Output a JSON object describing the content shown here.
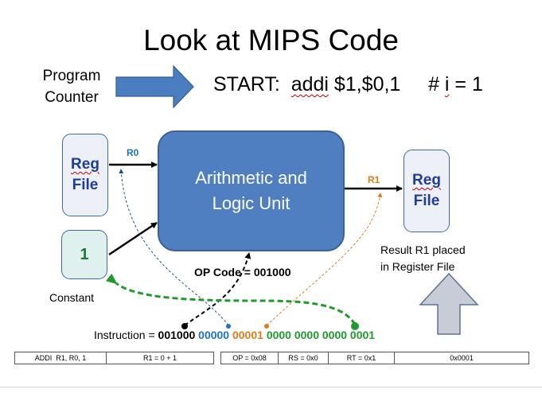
{
  "title": "Look at MIPS Code",
  "program_counter": {
    "line1": "Program",
    "line2": "Counter"
  },
  "code": {
    "prefix": "START:  ",
    "mnemonic": "addi",
    "operands": " $1,$0,1     # ",
    "comment_var": "i",
    "comment_rest": " = 1"
  },
  "reg_file_left": {
    "line1": "Reg",
    "line2": "File"
  },
  "reg_file_right": {
    "line1": "Reg",
    "line2": "File"
  },
  "alu": {
    "line1": "Arithmetic and",
    "line2": "Logic Unit"
  },
  "constant": {
    "value": "1",
    "label": "Constant"
  },
  "labels": {
    "r0": "R0",
    "r1": "R1",
    "opcode": "OP Code = 001000"
  },
  "result_note": {
    "line1": "Result R1 placed",
    "line2": "in Register File"
  },
  "instruction": {
    "prefix": "Instruction = ",
    "op": "001000",
    "rs": "00000",
    "rt": "00001",
    "imm": "0000 0000 0000 0001"
  },
  "bar_left": [
    "ADDI  R1, R0, 1",
    "R1 = 0 + 1"
  ],
  "bar_right": [
    "OP = 0x08",
    "RS = 0x0",
    "RT = 0x1",
    "0x0001"
  ],
  "colors": {
    "alu_fill": "#4f7fc0",
    "pc_arrow": "#4a7ec0",
    "rs_blue": "#1b73c3",
    "rt_orange": "#e07b1a",
    "imm_green": "#1f9a2e",
    "up_arrow": "#c8ccd6"
  }
}
